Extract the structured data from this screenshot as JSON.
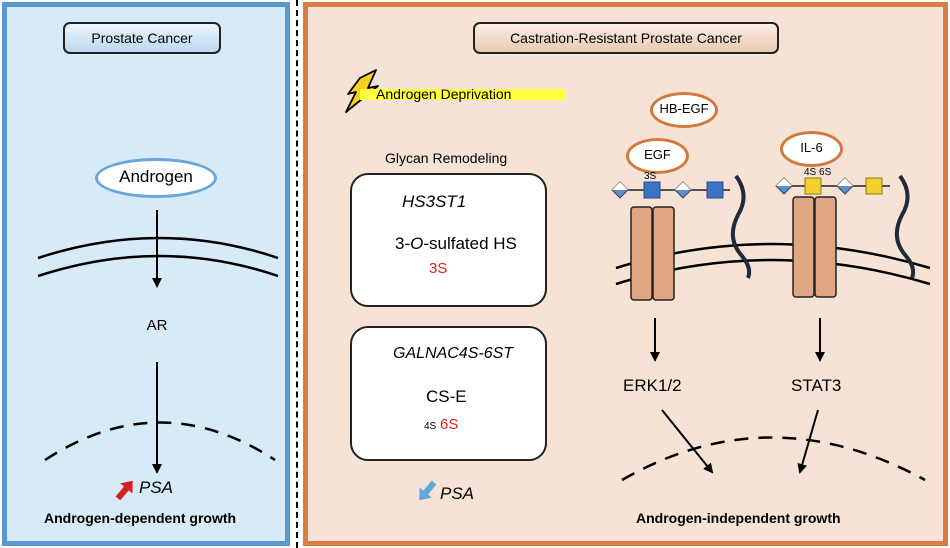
{
  "left_panel": {
    "title": "Prostate Cancer",
    "androgen_label": "Androgen",
    "ar_label": "AR",
    "psa_label": "PSA",
    "growth_label": "Androgen-dependent growth"
  },
  "right_panel": {
    "title": "Castration-Resistant Prostate Cancer",
    "androgen_deprivation_label": "Androgen Deprivation",
    "glycan_remodeling_label": "Glycan Remodeling",
    "hs_box": {
      "gene_label": "HS3ST1",
      "product_prefix": "3-",
      "product_italic": "O",
      "product_suffix": "-sulfated HS",
      "sulfation_label": "3S"
    },
    "cs_box": {
      "gene_label": "GALNAC4S-6ST",
      "product_label": "CS-E",
      "sulfation_4s": "4S",
      "sulfation_6s": "6S"
    },
    "psa_label": "PSA",
    "hb_egf_label": "HB-EGF",
    "egf_label": "EGF",
    "il6_label": "IL-6",
    "egf_sulfation_label": "3S",
    "il6_sulfation_label": "4S 6S",
    "erk_label": "ERK1/2",
    "stat3_label": "STAT3",
    "growth_label": "Androgen-independent growth"
  },
  "colors": {
    "left_background": "#d6eaf8",
    "left_border": "#5a98cf",
    "right_background": "#f6e3d6",
    "right_border": "#d97d44",
    "up_arrow": "#d42020",
    "down_arrow": "#5fa8dc",
    "hs_sugar": "#3e72c4",
    "cs_sugar": "#f2d12e",
    "receptor": "#dfa684",
    "ligand_outline": "#d07a3f",
    "highlight": "#ffff40"
  }
}
